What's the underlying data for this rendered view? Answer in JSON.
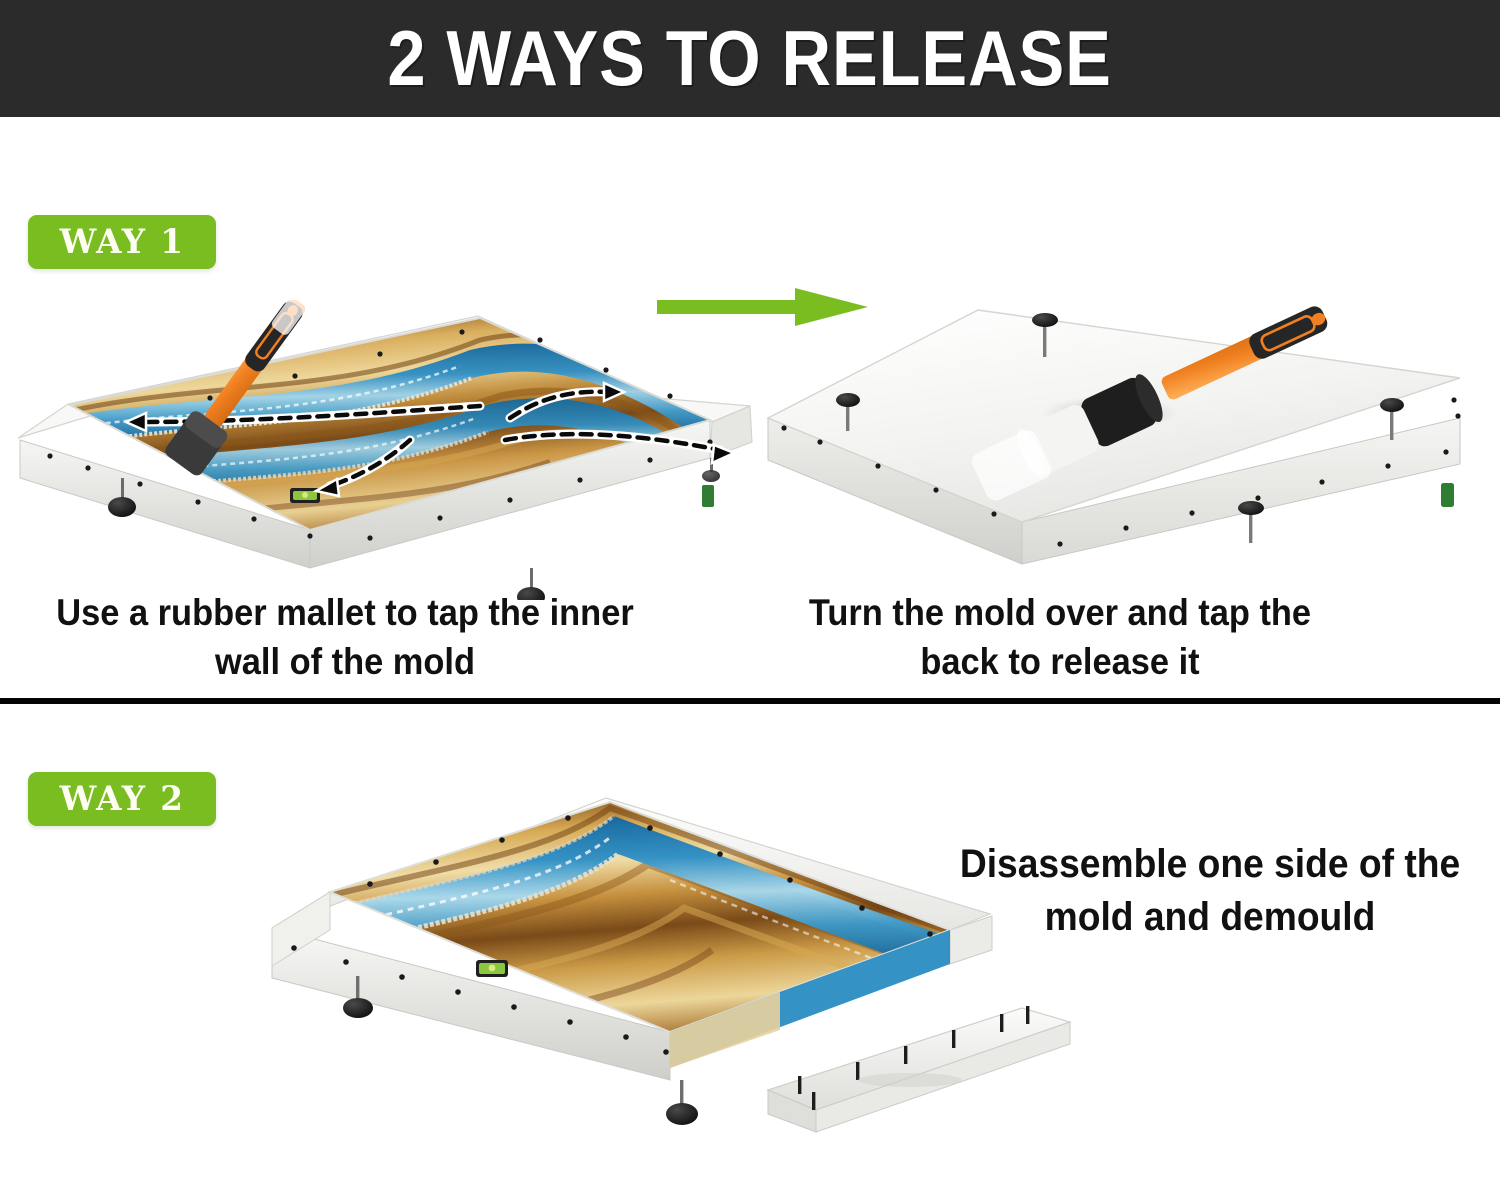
{
  "header": {
    "title": "2 WAYS TO RELEASE",
    "bar_color": "#2b2b2b",
    "text_color": "#ffffff"
  },
  "theme": {
    "accent_green": "#79bd20",
    "badge_text_color": "#fdfdf2",
    "background": "#ffffff",
    "caption_color": "#111111",
    "divider_color": "#050505",
    "mold_white": "#f2f2f0",
    "mold_shadow": "#d8d8d6",
    "foot_black": "#1a1a1a",
    "mallet_orange": "#f08020",
    "mallet_grip_black": "#262626",
    "mallet_head_dark": "#3a3a3a",
    "level_green": "#8cc63e",
    "resin_blue_dark": "#0d6ea8",
    "resin_blue_light": "#7fc3e8",
    "wood_light": "#e3c27a",
    "wood_mid": "#c08c3c",
    "wood_dark": "#7a4a18",
    "arrow_dash": "#0a0a0a",
    "arrow_halo": "#ffffff"
  },
  "sections": [
    {
      "badge": "WAY 1",
      "steps": [
        {
          "caption": "Use a rubber mallet to tap the inner wall of the mold",
          "image_name": "mold-with-epoxy-river-table-and-mallet",
          "elements": [
            "white-mold-frame",
            "epoxy-river-table-casting",
            "rubber-mallet",
            "dashed-direction-arrows",
            "rubber-feet",
            "bubble-level"
          ]
        },
        {
          "caption": "Turn the mold over and tap the back to release it",
          "image_name": "flipped-mold-with-mallet",
          "elements": [
            "white-mold-underside",
            "rubber-mallet",
            "rubber-feet",
            "bubble-level"
          ]
        }
      ],
      "connector": "green-right-arrow"
    },
    {
      "badge": "WAY 2",
      "steps": [
        {
          "caption": "Disassemble one side of the mold and demould",
          "image_name": "mold-with-one-side-wall-removed",
          "elements": [
            "white-mold-frame-open-side",
            "epoxy-river-table-casting",
            "detached-side-wall-panel",
            "rubber-feet",
            "bubble-level"
          ]
        }
      ]
    }
  ]
}
